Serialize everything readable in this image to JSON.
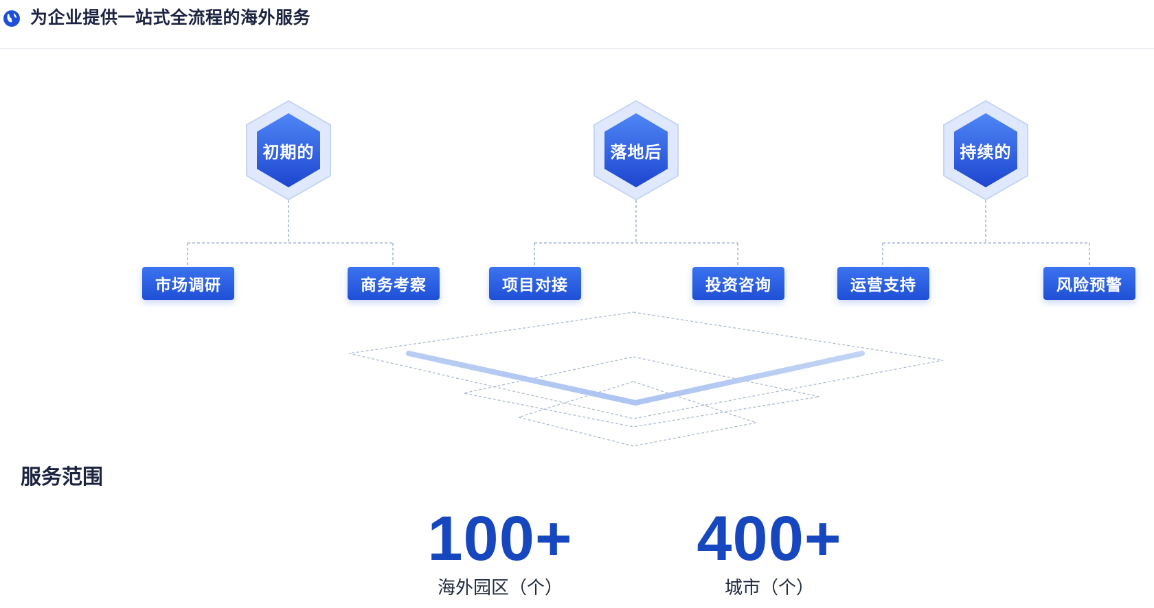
{
  "header": {
    "title": "为企业提供一站式全流程的海外服务",
    "icon": "globe-icon",
    "accent": "#1f4fd6"
  },
  "stages": [
    {
      "label": "初期的",
      "services": [
        "市场调研",
        "商务考察"
      ]
    },
    {
      "label": "落地后",
      "services": [
        "项目对接",
        "投资咨询"
      ]
    },
    {
      "label": "持续的",
      "services": [
        "运营支持",
        "风险预警"
      ]
    }
  ],
  "scope": {
    "title": "服务范围",
    "stats": [
      {
        "value": "100+",
        "label": "海外园区（个）"
      },
      {
        "value": "400+",
        "label": "城市（个）"
      }
    ]
  },
  "colors": {
    "primary": "#1f4fd6",
    "primary_light": "#3b73ef",
    "stat_blue": "#1747bf",
    "hex_halo": "#dfe8fc"
  }
}
